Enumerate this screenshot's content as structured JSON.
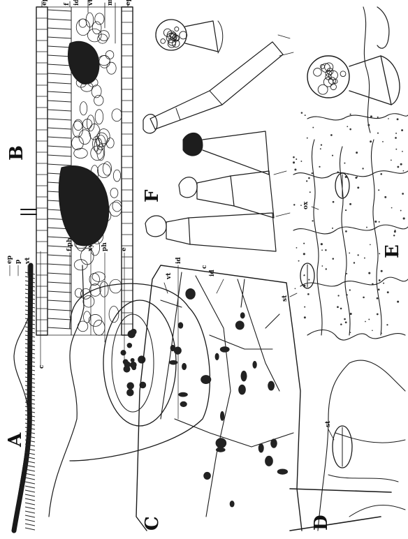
{
  "panel_letters": {
    "A": "A",
    "B": "B",
    "C": "C",
    "D": "D",
    "E": "E",
    "F": "F"
  },
  "labels": {
    "ep1": "ep",
    "f": "f",
    "id1": "id",
    "vt1": "vt",
    "m": "m",
    "ep2": "ep",
    "ep3": "ep",
    "p": "p",
    "vt2": "vt",
    "c1": "c",
    "fph": "f.ph",
    "xy": "xy",
    "ph": "ph",
    "e": "e",
    "id2": "id",
    "c2": "c",
    "vt3": "vt",
    "id3": "id",
    "st1": "st",
    "st2": "st",
    "ox": "ox"
  }
}
